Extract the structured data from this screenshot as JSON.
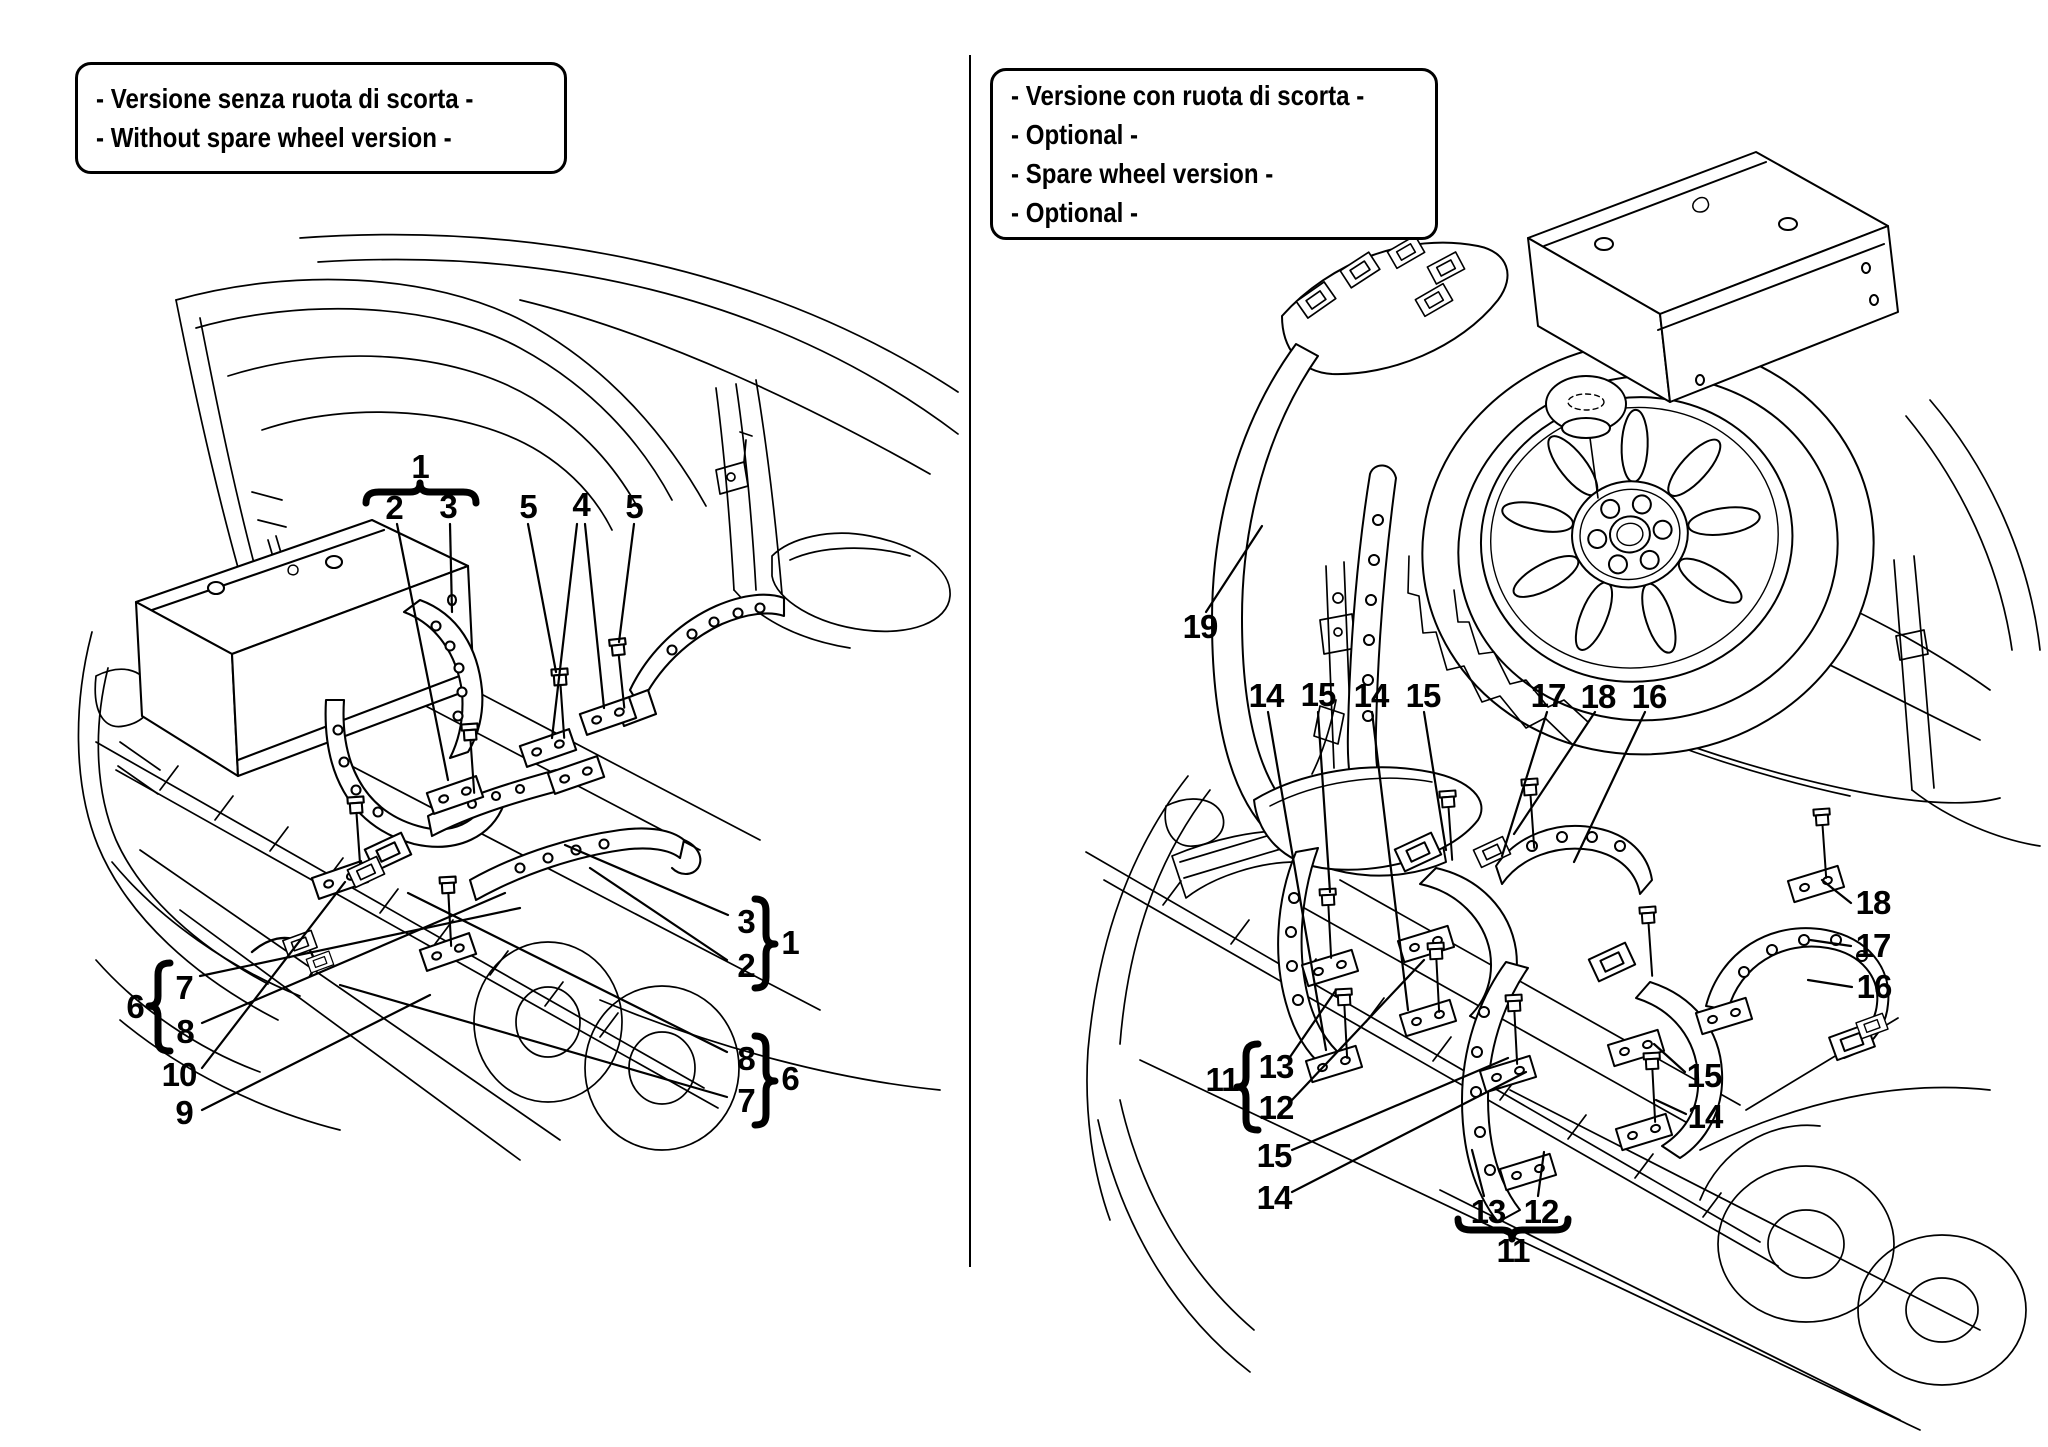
{
  "page": {
    "background": "#ffffff",
    "line_color": "#000000"
  },
  "left_figure": {
    "caption_lines": [
      "- Versione senza ruota di scorta -",
      "- Without spare wheel version -"
    ],
    "callouts": [
      "1",
      "2",
      "3",
      "5",
      "4",
      "5",
      "3",
      "2",
      "1",
      "8",
      "7",
      "6",
      "6",
      "7",
      "8",
      "10",
      "9"
    ]
  },
  "right_figure": {
    "caption_lines": [
      "- Versione con ruota di scorta -",
      "- Optional -",
      "- Spare wheel version -",
      "- Optional -"
    ],
    "callouts": [
      "19",
      "14",
      "15",
      "14",
      "15",
      "17",
      "18",
      "16",
      "18",
      "17",
      "16",
      "15",
      "14",
      "11",
      "13",
      "12",
      "15",
      "14",
      "13",
      "12",
      "11"
    ]
  }
}
